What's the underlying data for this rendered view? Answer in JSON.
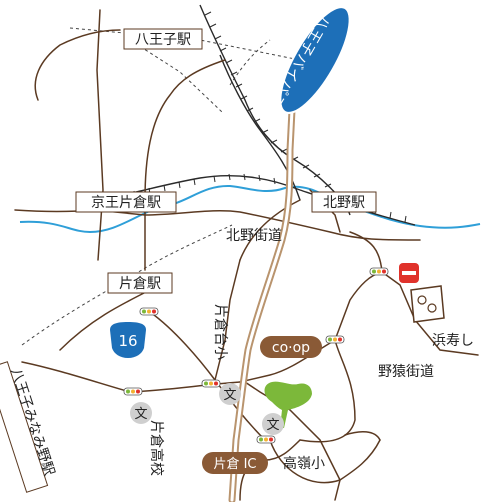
{
  "colors": {
    "road": "#5b3a22",
    "bypass": "#b9946e",
    "river": "#2f9fd8",
    "rail": "#2a2a2a",
    "dashed": "#444444",
    "badge_blue": "#1d6fb8",
    "badge_brown": "#8a5a36",
    "leaf_green": "#7cb83a",
    "school_grey": "#cfcfcf",
    "sushi_red": "#e0322b"
  },
  "labels": {
    "hachioji_station": "八王子駅",
    "keio_katakura_station": "京王片倉駅",
    "kitano_station": "北野駅",
    "katakura_station": "片倉駅",
    "hachioji_minamino_station": "八王子みなみ野駅",
    "hachioji_bypass": "八王子バイパス",
    "kitano_kaido": "北野街道",
    "noda_kaido": "野猿街道",
    "route_16": "16",
    "katakura_dai_elementary": "片倉台小",
    "katakura_high": "片倉高校",
    "takamine_elementary": "高嶺小",
    "katakura_ic": "片倉 IC",
    "coop": "co·op",
    "hamazushi": "浜寿し",
    "school_symbol": "文"
  }
}
